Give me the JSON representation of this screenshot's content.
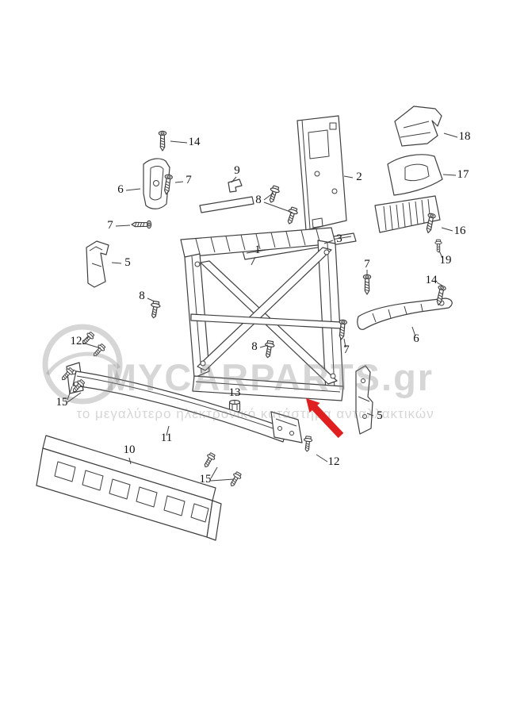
{
  "diagram": {
    "labels": [
      {
        "id": "callout-14-top-left",
        "text": "14"
      },
      {
        "id": "callout-7-upper-left",
        "text": "7"
      },
      {
        "id": "callout-6-left",
        "text": "6"
      },
      {
        "id": "callout-7-left",
        "text": "7"
      },
      {
        "id": "callout-5-left",
        "text": "5"
      },
      {
        "id": "callout-9",
        "text": "9"
      },
      {
        "id": "callout-8-top",
        "text": "8"
      },
      {
        "id": "callout-2",
        "text": "2"
      },
      {
        "id": "callout-18",
        "text": "18"
      },
      {
        "id": "callout-17",
        "text": "17"
      },
      {
        "id": "callout-16",
        "text": "16"
      },
      {
        "id": "callout-19",
        "text": "19"
      },
      {
        "id": "callout-3",
        "text": "3"
      },
      {
        "id": "callout-1",
        "text": "1"
      },
      {
        "id": "callout-7-right-top",
        "text": "7"
      },
      {
        "id": "callout-14-right",
        "text": "14"
      },
      {
        "id": "callout-6-right",
        "text": "6"
      },
      {
        "id": "callout-7-right-lower",
        "text": "7"
      },
      {
        "id": "callout-8-mid-left",
        "text": "8"
      },
      {
        "id": "callout-12-left",
        "text": "12"
      },
      {
        "id": "callout-15-left",
        "text": "15"
      },
      {
        "id": "callout-8-center",
        "text": "8"
      },
      {
        "id": "callout-13",
        "text": "13"
      },
      {
        "id": "callout-5-right",
        "text": "5"
      },
      {
        "id": "callout-11",
        "text": "11"
      },
      {
        "id": "callout-10",
        "text": "10"
      },
      {
        "id": "callout-12-right",
        "text": "12"
      },
      {
        "id": "callout-15-bottom",
        "text": "15"
      }
    ],
    "colors": {
      "line": "#3f3f3f",
      "arrow": "#e02020",
      "watermark": "#8a8a8a",
      "label_text": "#111111"
    }
  },
  "watermark": {
    "main": "MYCARPARTS.gr",
    "sub": "το μεγαλύτερο ηλεκτρονικό κατάστημα ανταλλακτικών"
  }
}
